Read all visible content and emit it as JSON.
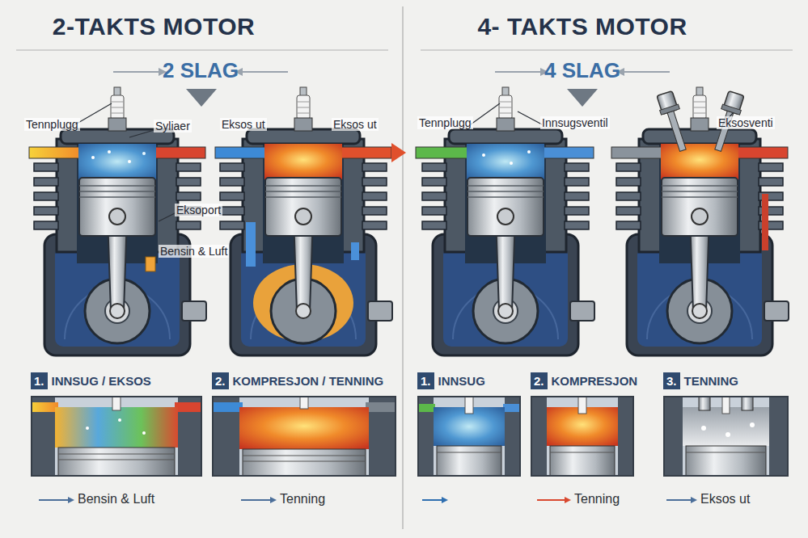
{
  "diagram": {
    "nodes": [
      {
        "text": [
          "2-TAKTS MOTOR",
          "2 SLAG"
        ]
      },
      {
        "text": [
          "1.",
          "INNSUG / EKSOS"
        ],
        "in": 0
      },
      {
        "text": [
          "2.",
          "KOMPRESJON / TENNING"
        ],
        "in": 0
      },
      {
        "text": [
          "4- TAKTS MOTOR",
          "4 SLAG"
        ]
      },
      {
        "text": [
          "1.",
          "INNSUG"
        ],
        "in": 3
      },
      {
        "text": [
          "2.",
          "KOMPRESJON"
        ],
        "in": 3
      },
      {
        "text": [
          "3.",
          "TENNING"
        ],
        "in": 3
      }
    ],
    "labels": [
      "Tennplugg",
      "Syliaer",
      "Eksos ut",
      "Eksos ut",
      "Eksoport",
      "Bensin & Luft",
      "Tennplugg",
      "Innsugsventil",
      "Eksosventi",
      "Bensin & Luft",
      "Tenning",
      "Tenning",
      "Eksos ut"
    ]
  }
}
